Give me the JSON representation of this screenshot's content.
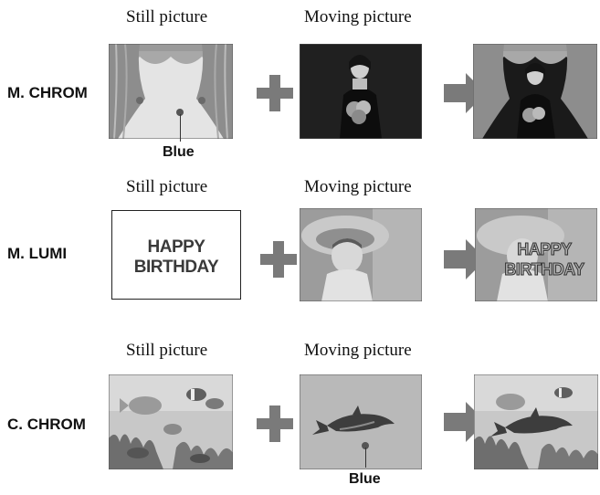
{
  "rows": [
    {
      "label": "M. CHROM",
      "still_caption": "Still picture",
      "moving_caption": "Moving picture",
      "callout": "Blue"
    },
    {
      "label": "M. LUMI",
      "still_caption": "Still picture",
      "moving_caption": "Moving picture",
      "still_text_line1": "HAPPY",
      "still_text_line2": "BIRTHDAY",
      "result_text_line1": "HAPPY",
      "result_text_line2": "BIRTHDAY"
    },
    {
      "label": "C. CHROM",
      "still_caption": "Still picture",
      "moving_caption": "Moving picture",
      "callout": "Blue"
    }
  ],
  "icons": {
    "plus": "plus-icon",
    "arrow": "right-arrow-icon"
  },
  "colors": {
    "stage_background": "#e6e6e6",
    "blue_screen_gray": "#b9b9b9",
    "symbol_gray": "#7a7a7a"
  }
}
